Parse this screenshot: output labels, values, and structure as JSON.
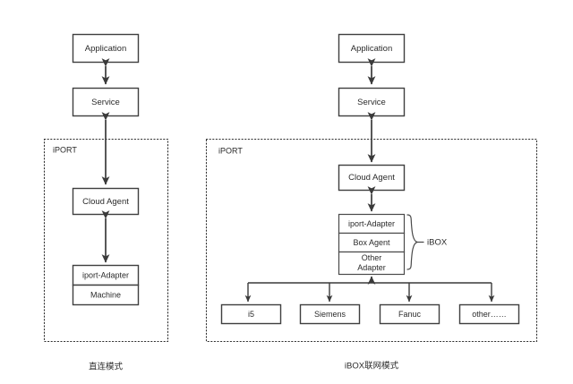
{
  "diagram": {
    "background_color": "#ffffff",
    "stroke_color": "#3f3f3f",
    "text_color": "#2b2b2b",
    "panels": [
      {
        "id": "left",
        "caption": "直连模式",
        "group_label": "iPORT",
        "nodes": [
          {
            "id": "application",
            "label": "Application"
          },
          {
            "id": "service",
            "label": "Service"
          },
          {
            "id": "cloud-agent",
            "label": "Cloud Agent"
          },
          {
            "id": "iport-adapter",
            "label": "iport-Adapter"
          },
          {
            "id": "machine",
            "label": "Machine"
          }
        ]
      },
      {
        "id": "right",
        "caption": "iBOX联网模式",
        "group_label": "iPORT",
        "brace_label": "iBOX",
        "nodes": [
          {
            "id": "application",
            "label": "Application"
          },
          {
            "id": "service",
            "label": "Service"
          },
          {
            "id": "cloud-agent",
            "label": "Cloud Agent"
          },
          {
            "id": "iport-adapter",
            "label": "iport-Adapter"
          },
          {
            "id": "box-agent",
            "label": "Box Agent"
          },
          {
            "id": "other-adapter-line1",
            "label": "Other"
          },
          {
            "id": "other-adapter-line2",
            "label": "Adapter"
          }
        ],
        "devices": [
          {
            "id": "i5",
            "label": "i5"
          },
          {
            "id": "siemens",
            "label": "Siemens"
          },
          {
            "id": "fanuc",
            "label": "Fanuc"
          },
          {
            "id": "other",
            "label": "other……"
          }
        ]
      }
    ]
  }
}
